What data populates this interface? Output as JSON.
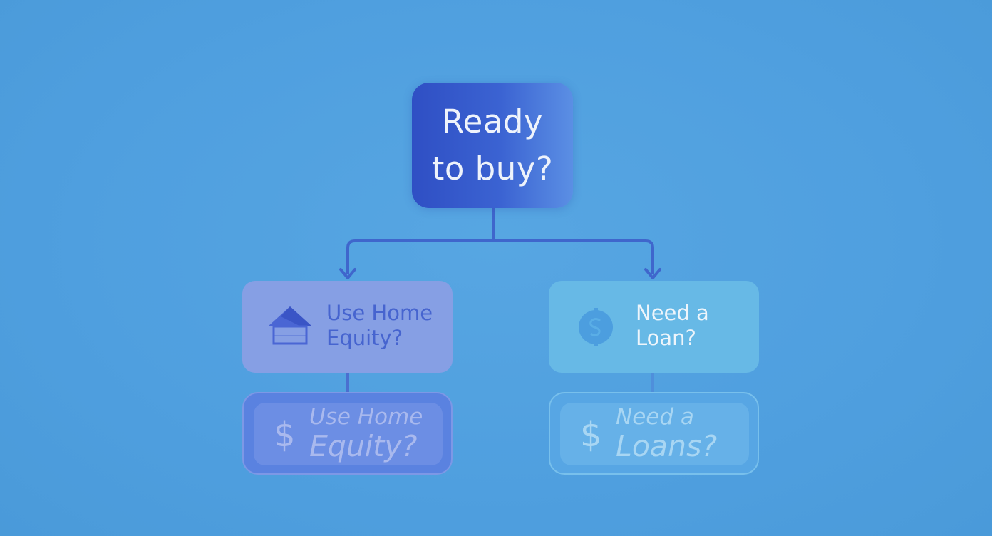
{
  "diagram": {
    "root": {
      "label": "Ready\nto buy?"
    },
    "branches": [
      {
        "id": "left",
        "label": "Use Home\nEquity?",
        "icon": "house-icon",
        "child": {
          "icon": "dollar-icon",
          "symbol": "$",
          "line1": "Use Home",
          "line2": "Equity?"
        }
      },
      {
        "id": "right",
        "label": "Need a\nLoan?",
        "icon": "coin-icon",
        "child": {
          "icon": "dollar-icon",
          "symbol": "$",
          "line1": "Need a",
          "line2": "Loans?"
        }
      }
    ]
  },
  "colors": {
    "background": "#4f9fdf",
    "root": "#2f4fc4",
    "connector": "#3f66cc",
    "left_node": "#869fe4",
    "right_node": "#67b9e6"
  }
}
